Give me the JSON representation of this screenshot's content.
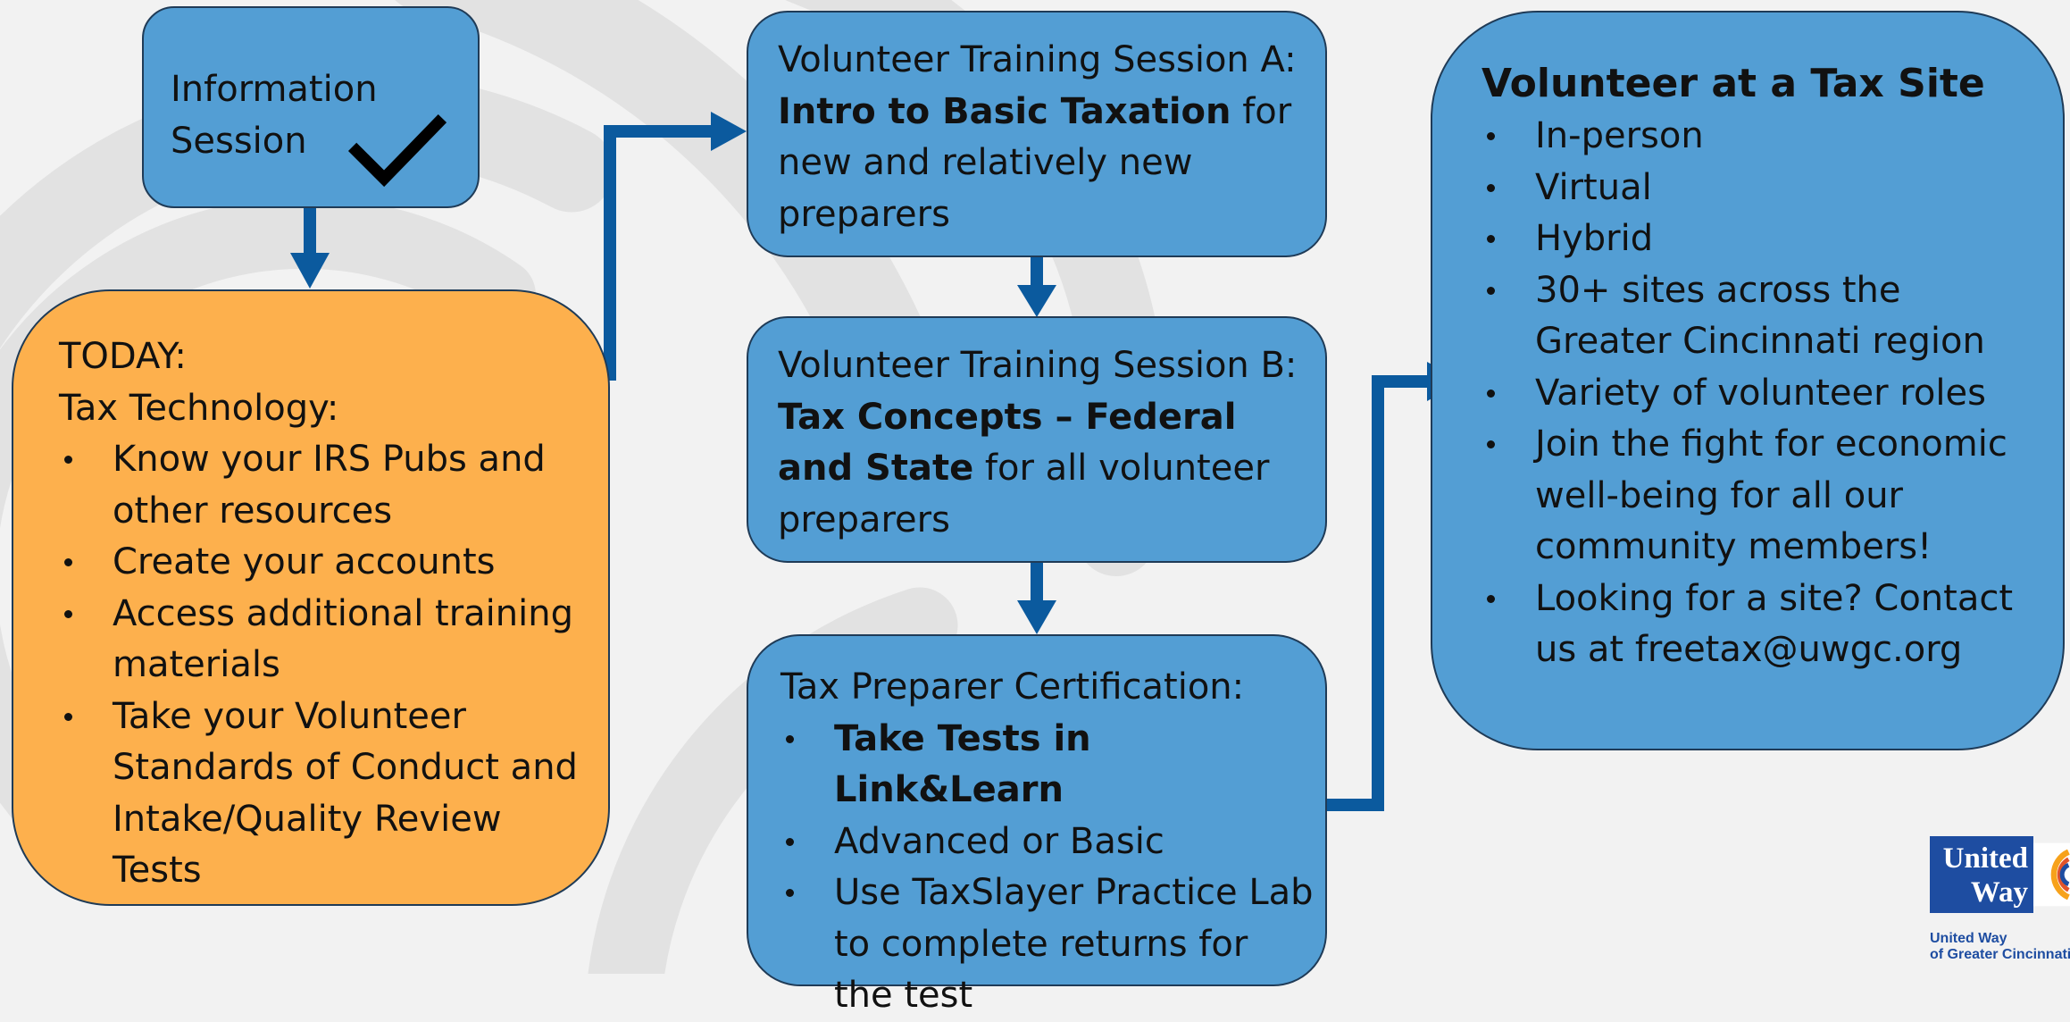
{
  "info_session": {
    "label_line1": "Information",
    "label_line2": "Session",
    "status_icon": "checkmark-icon"
  },
  "today": {
    "heading": "TODAY:",
    "subheading": "Tax Technology:",
    "items": [
      "Know your IRS Pubs and other resources",
      "Create your accounts",
      "Access additional training materials",
      "Take your Volunteer Standards of Conduct and Intake/Quality Review Tests"
    ]
  },
  "session_a": {
    "prefix": "Volunteer Training Session A:",
    "bold": "Intro to Basic Taxation",
    "suffix": " for new and relatively new preparers"
  },
  "session_b": {
    "prefix": "Volunteer Training Session B:",
    "bold": "Tax Concepts – Federal and State",
    "suffix": " for all volunteer preparers"
  },
  "certification": {
    "heading": "Tax Preparer Certification:",
    "items": [
      "Take Tests in Link&Learn",
      "Advanced or Basic",
      "Use TaxSlayer Practice Lab to complete returns for the test"
    ]
  },
  "volunteer": {
    "title": "Volunteer at a Tax Site",
    "items": [
      "In-person",
      "Virtual",
      "Hybrid",
      "30+ sites across the Greater Cincinnati region",
      "Variety of volunteer roles",
      "Join the fight for economic well-being for all our community members!",
      "Looking for a site? Contact us at freetax@uwgc.org"
    ]
  },
  "logo": {
    "word1": "United",
    "word2": "Way",
    "caption1": "United Way",
    "caption2": "of Greater Cincinnati"
  },
  "colors": {
    "box_blue": "#539ed4",
    "box_orange": "#fdb04d",
    "arrow": "#0b5a9e",
    "border": "#1f3b57",
    "logo_blue": "#1e4da1"
  }
}
